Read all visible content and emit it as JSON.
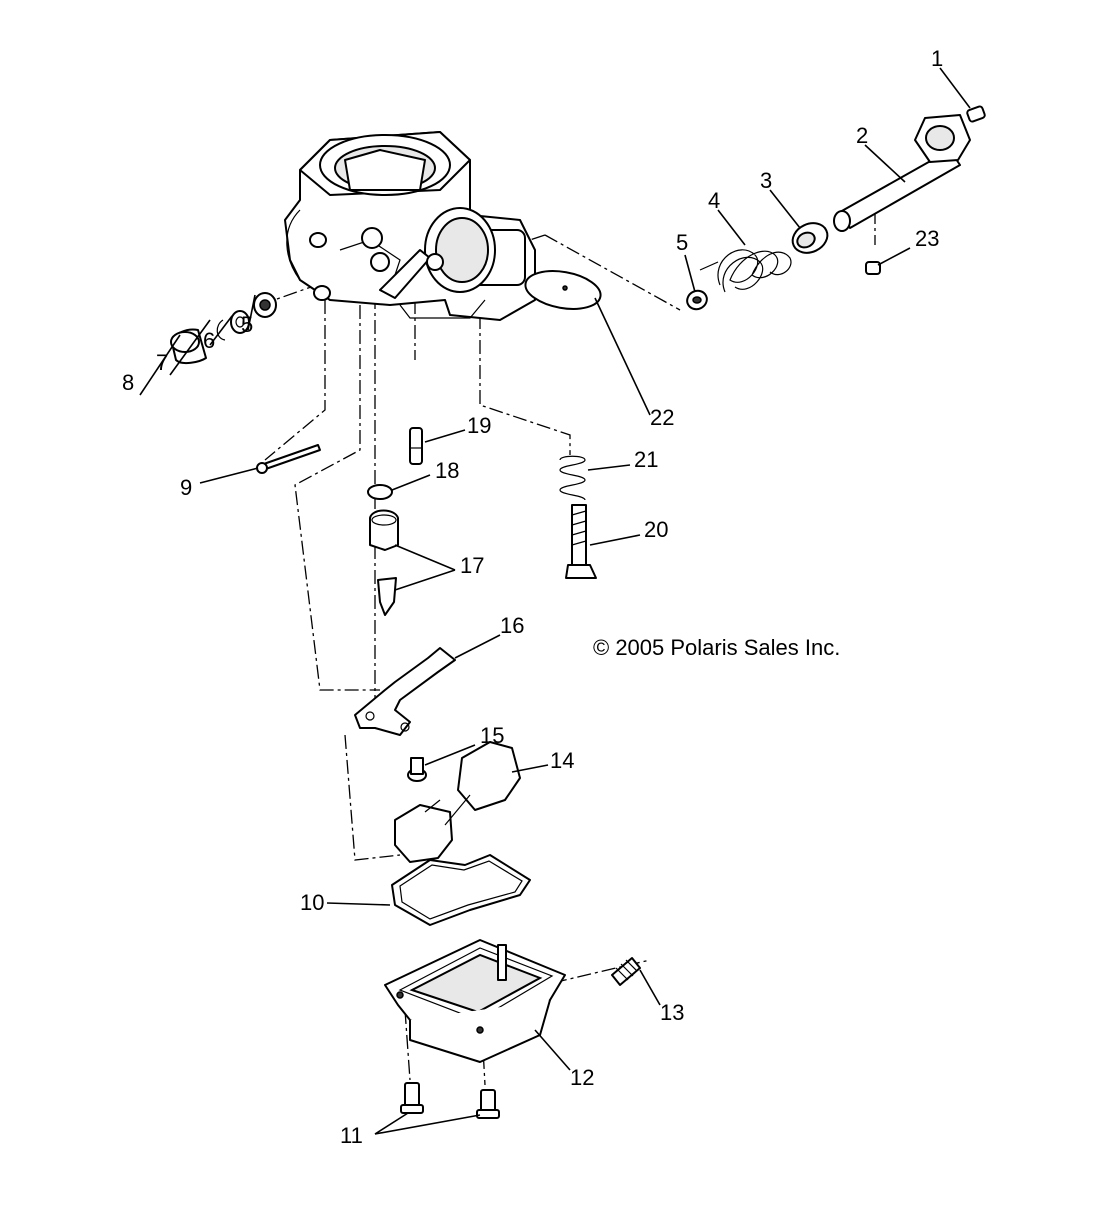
{
  "copyright": "© 2005 Polaris Sales Inc.",
  "callouts": {
    "c1": "1",
    "c2": "2",
    "c3": "3",
    "c4": "4",
    "c5a": "5",
    "c5b": "5",
    "c6": "6",
    "c7": "7",
    "c8": "8",
    "c9": "9",
    "c10": "10",
    "c11": "11",
    "c12": "12",
    "c13": "13",
    "c14": "14",
    "c15": "15",
    "c16": "16",
    "c17": "17",
    "c18": "18",
    "c19": "19",
    "c20": "20",
    "c21": "21",
    "c22": "22",
    "c23": "23"
  }
}
